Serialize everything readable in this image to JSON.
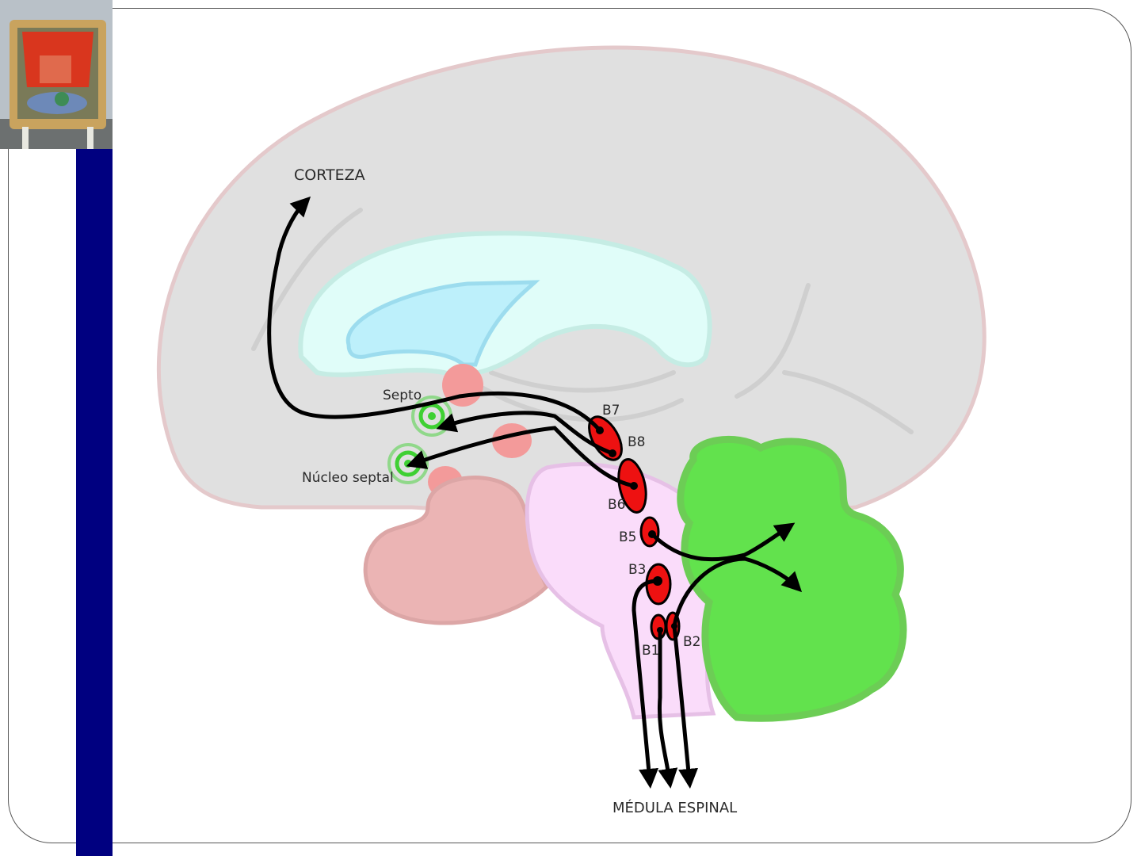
{
  "slide": {
    "logo": "mural-building-photo",
    "accent_bar_color": "#000080"
  },
  "diagram": {
    "title_hidden": "",
    "labels": {
      "cortex": "CORTEZA",
      "septum": "Septo",
      "septal_nucleus": "Núcleo septal",
      "spinal_cord": "MÉDULA ESPINAL"
    },
    "nuclei": [
      {
        "id": "B7",
        "label": "B7"
      },
      {
        "id": "B8",
        "label": "B8"
      },
      {
        "id": "B6",
        "label": "B6"
      },
      {
        "id": "B5",
        "label": "B5"
      },
      {
        "id": "B3",
        "label": "B3"
      },
      {
        "id": "B1",
        "label": "B1"
      },
      {
        "id": "B2",
        "label": "B2"
      }
    ],
    "colors": {
      "cerebrum": "#e0e0e0",
      "cerebrum_outline": "#e4c9cb",
      "corpus_callosum": "#e0fdf9",
      "ventricle": "#bdf0fb",
      "thalamus_nodes": "#f39a9a",
      "pituitary": "#ebb4b4",
      "brainstem": "#fadcfa",
      "cerebellum": "#62e24d",
      "raphe_nuclei": "#ee1111",
      "targets": "#3fd033",
      "pathways": "#000000"
    }
  }
}
